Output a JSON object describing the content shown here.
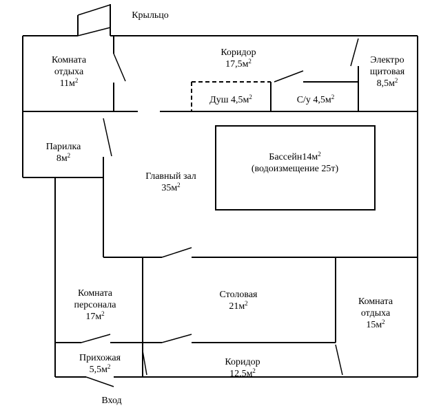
{
  "rooms": {
    "rest1": {
      "name1": "Комната",
      "name2": "отдыха",
      "area": "11м",
      "exp": "2"
    },
    "corridor1": {
      "name": "Коридор",
      "area": "17,5м",
      "exp": "2"
    },
    "electro": {
      "name1": "Электро",
      "name2": "щитовая",
      "area": "8,5м",
      "exp": "2"
    },
    "shower": {
      "name": "Душ 4,5м",
      "exp": "2"
    },
    "wc": {
      "name": "С/у 4,5м",
      "exp": "2"
    },
    "sauna": {
      "name": "Парилка",
      "area": "8м",
      "exp": "2"
    },
    "pool": {
      "name": "Бассейн14м",
      "exp": "2",
      "note": "(водоизмещение 25т)"
    },
    "hall": {
      "name": "Главный зал",
      "area": "35м",
      "exp": "2"
    },
    "staff": {
      "name1": "Комната",
      "name2": "персонала",
      "area": "17м",
      "exp": "2"
    },
    "dining": {
      "name": "Столовая",
      "area": "21м",
      "exp": "2"
    },
    "rest2": {
      "name1": "Комната",
      "name2": "отдыха",
      "area": "15м",
      "exp": "2"
    },
    "lobby": {
      "name": "Прихожая",
      "area": "5,5м",
      "exp": "2"
    },
    "corridor2": {
      "name": "Коридор",
      "area": "12,5м",
      "exp": "2"
    }
  },
  "labels": {
    "porch": "Крыльцо",
    "entrance": "Вход"
  }
}
